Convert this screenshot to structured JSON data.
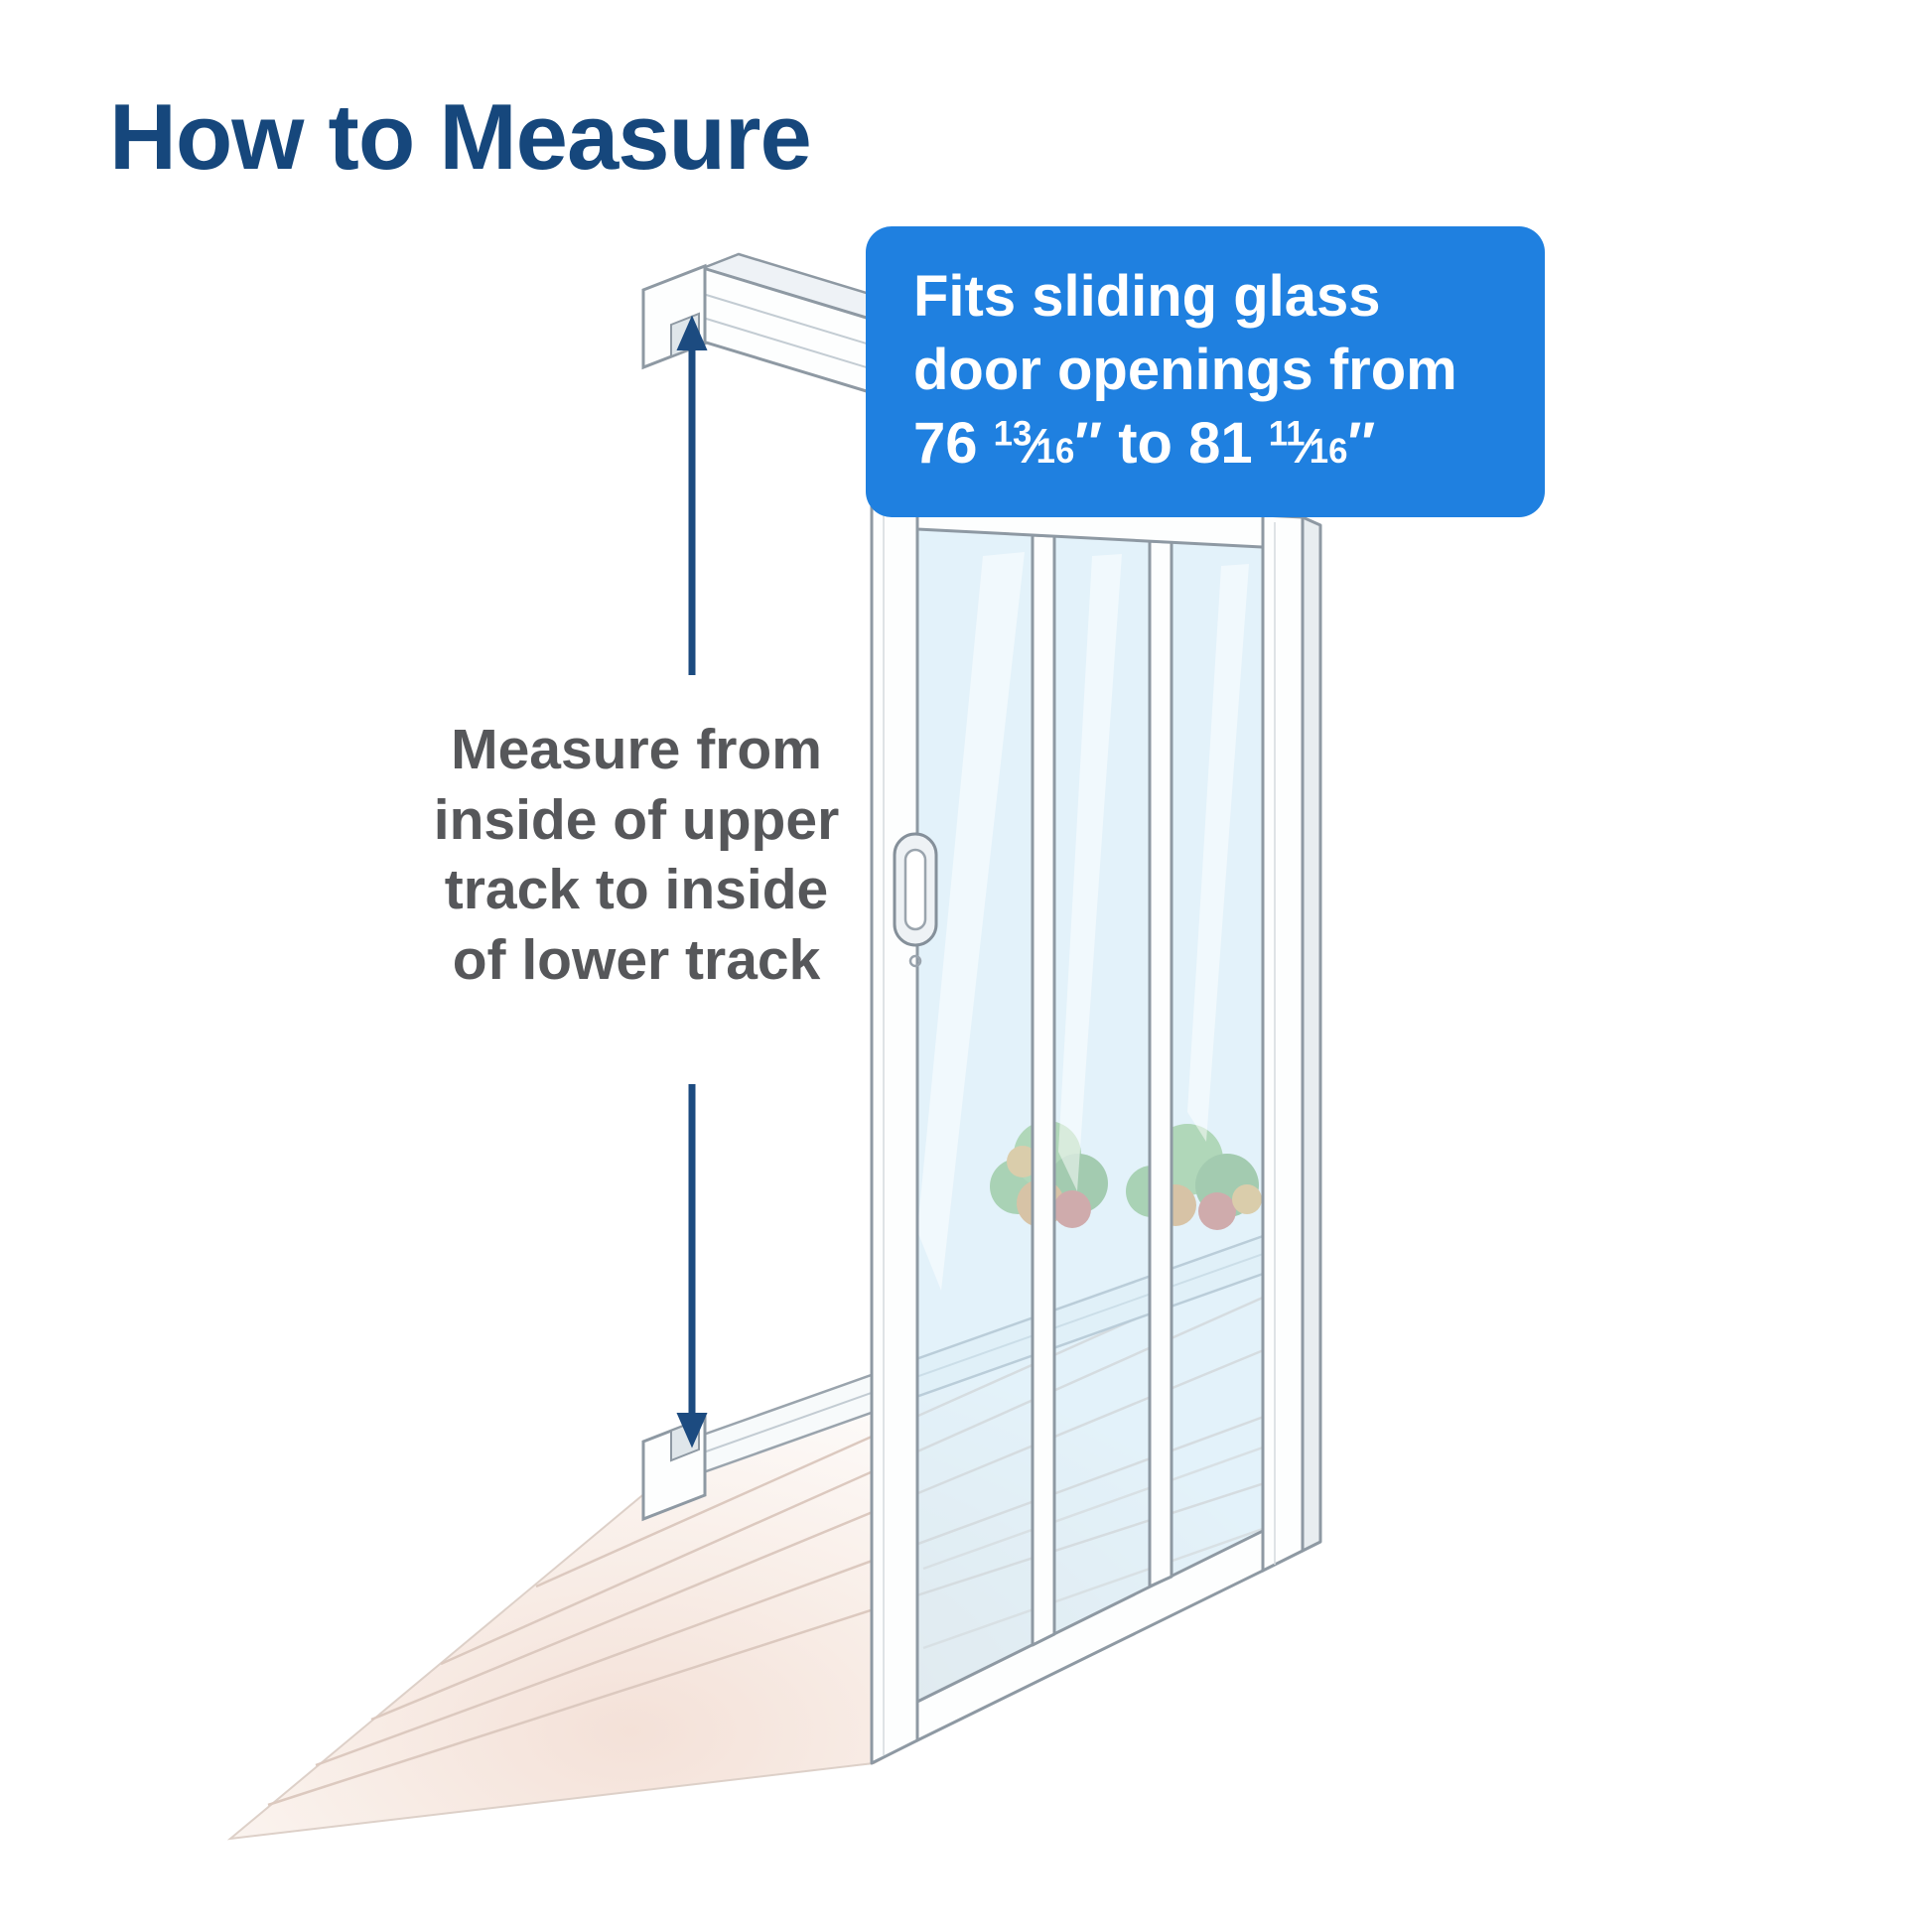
{
  "colors": {
    "title_navy": "#16477C",
    "arrow_navy": "#1C4B80",
    "callout_blue": "#1F80E0",
    "instruction_gray": "#56575A",
    "outline_gray": "#8E99A3"
  },
  "title": "How to Measure",
  "callout": {
    "lines": [
      "Fits sliding glass",
      "door openings from"
    ],
    "range": {
      "p1": "76 ",
      "f1_num": "13",
      "f1_slash": "⁄",
      "f1_den": "16",
      "p2": "″ to 81 ",
      "f2_num": "11",
      "f2_slash": "⁄",
      "f2_den": "16",
      "p3": "″"
    }
  },
  "instruction": {
    "lines": [
      "Measure from",
      "inside of upper",
      "track to inside",
      "of lower track"
    ]
  },
  "diagram": {
    "icons": [
      "upper-track-icon",
      "lower-track-icon",
      "sliding-glass-door-icon",
      "door-handle-icon",
      "deck-floor-icon",
      "bush-icon",
      "measurement-arrow-icon"
    ]
  }
}
